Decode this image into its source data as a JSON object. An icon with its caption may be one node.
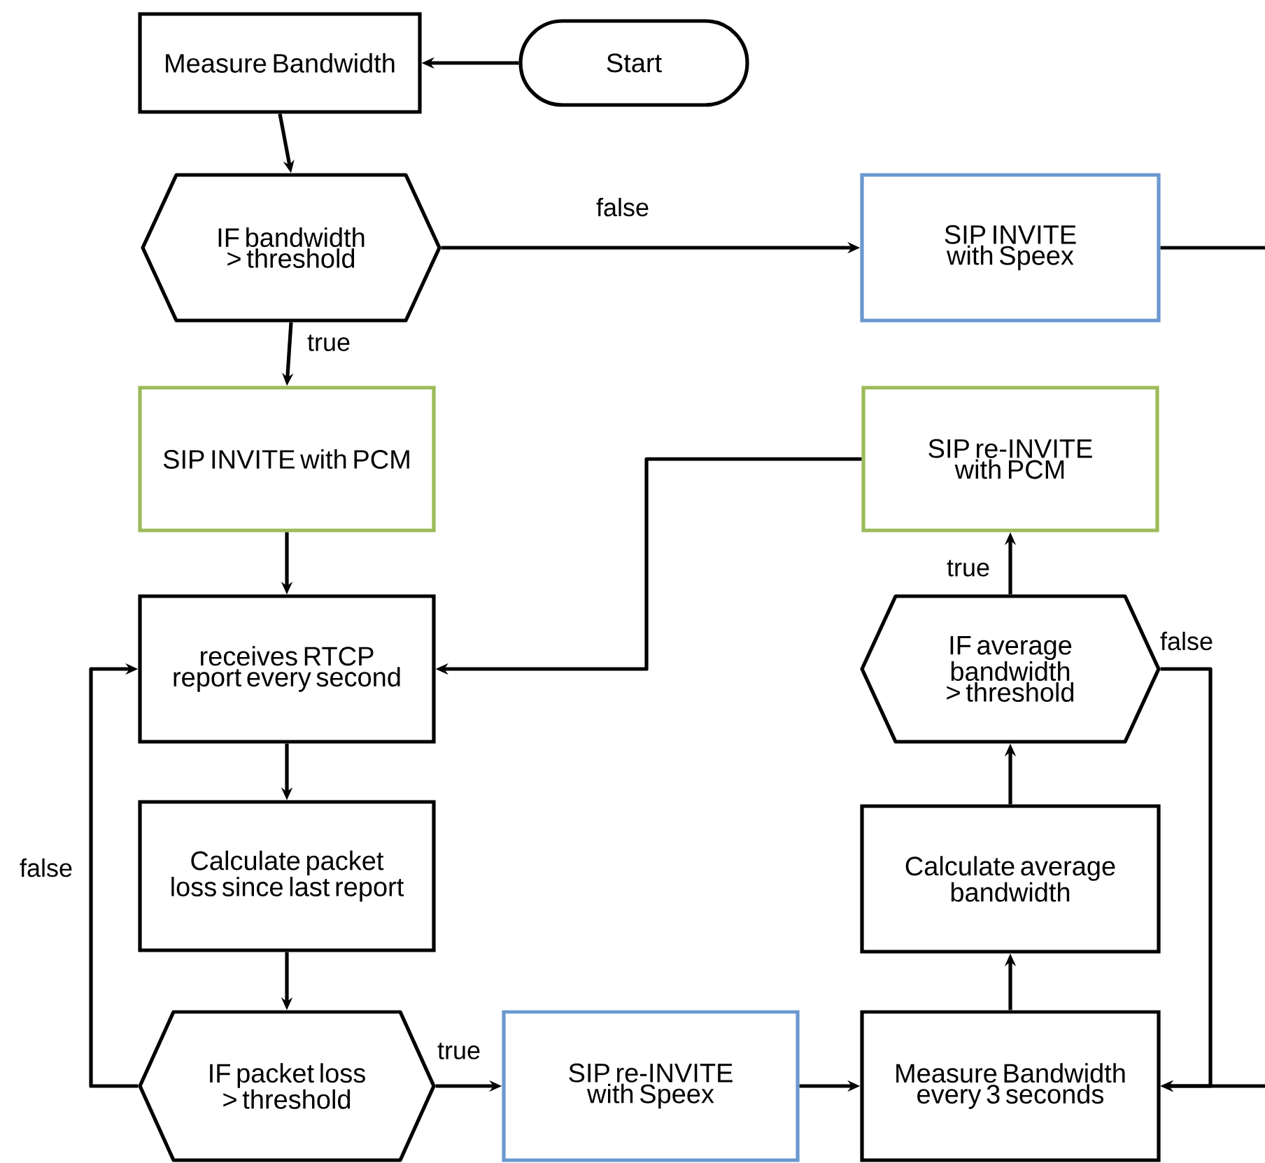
{
  "diagram": {
    "nodes": [
      {
        "text": [
          "Measure Bandwidth"
        ]
      },
      {
        "text": [
          "Start"
        ]
      },
      {
        "text": [
          "IF bandwidth > threshold"
        ]
      },
      {
        "text": [
          "SIP INVITE with Speex"
        ]
      },
      {
        "text": [
          "SIP INVITE with PCM"
        ]
      },
      {
        "text": [
          "SIP re-INVITE with PCM"
        ]
      },
      {
        "text": [
          "receives RTCP report every second"
        ]
      },
      {
        "text": [
          "IF average bandwidth > threshold"
        ]
      },
      {
        "text": [
          "Calculate packet loss since last report"
        ]
      },
      {
        "text": [
          "Calculate average bandwidth"
        ]
      },
      {
        "text": [
          "IF packet loss > threshold"
        ]
      },
      {
        "text": [
          "SIP re-INVITE with Speex"
        ]
      },
      {
        "text": [
          "Measure Bandwidth every 3 seconds"
        ]
      }
    ],
    "edges": [
      {
        "from": 1,
        "to": 0,
        "arrow": "to"
      },
      {
        "from": 0,
        "to": 2,
        "arrow": "to"
      },
      {
        "from": 2,
        "to": 3,
        "arrow": "to",
        "label": "false"
      },
      {
        "from": 2,
        "to": 4,
        "arrow": "to",
        "label": "true"
      },
      {
        "from": 4,
        "to": 6,
        "arrow": "to"
      },
      {
        "from": 5,
        "to": 6,
        "arrow": "to"
      },
      {
        "from": 6,
        "to": 8,
        "arrow": "to"
      },
      {
        "from": 8,
        "to": 10,
        "arrow": "to"
      },
      {
        "from": 10,
        "to": 11,
        "arrow": "to",
        "label": "true"
      },
      {
        "from": 10,
        "to": 6,
        "arrow": "to",
        "label": "false"
      },
      {
        "from": 11,
        "to": 12,
        "arrow": "to"
      },
      {
        "from": 12,
        "to": 9,
        "arrow": "to"
      },
      {
        "from": 9,
        "to": 7,
        "arrow": "to"
      },
      {
        "from": 7,
        "to": 5,
        "arrow": "to",
        "label": "true"
      },
      {
        "from": 7,
        "to": 12,
        "arrow": "to",
        "label": "false"
      },
      {
        "from": 3,
        "to": null,
        "arrow": "none"
      },
      {
        "from": null,
        "to": 12,
        "arrow": "to"
      }
    ]
  }
}
